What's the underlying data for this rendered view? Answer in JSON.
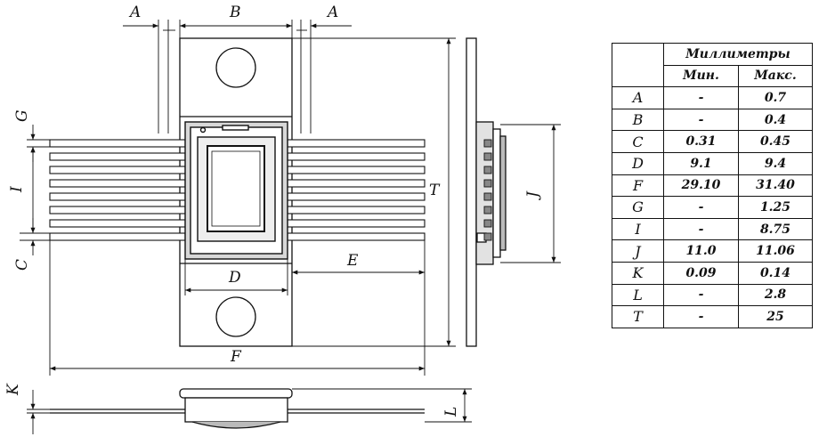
{
  "dimension_labels": {
    "A": "A",
    "B": "B",
    "C": "C",
    "D": "D",
    "E": "E",
    "F": "F",
    "G": "G",
    "I": "I",
    "J": "J",
    "K": "K",
    "L": "L",
    "T": "T"
  },
  "table": {
    "unit_header": "Миллиметры",
    "min_header": "Мин.",
    "max_header": "Макс.",
    "rows": [
      {
        "dim": "A",
        "min": "-",
        "max": "0.7"
      },
      {
        "dim": "B",
        "min": "-",
        "max": "0.4"
      },
      {
        "dim": "C",
        "min": "0.31",
        "max": "0.45"
      },
      {
        "dim": "D",
        "min": "9.1",
        "max": "9.4"
      },
      {
        "dim": "F",
        "min": "29.10",
        "max": "31.40"
      },
      {
        "dim": "G",
        "min": "-",
        "max": "1.25"
      },
      {
        "dim": "I",
        "min": "-",
        "max": "8.75"
      },
      {
        "dim": "J",
        "min": "11.0",
        "max": "11.06"
      },
      {
        "dim": "K",
        "min": "0.09",
        "max": "0.14"
      },
      {
        "dim": "L",
        "min": "-",
        "max": "2.8"
      },
      {
        "dim": "T",
        "min": "-",
        "max": "25"
      }
    ]
  }
}
